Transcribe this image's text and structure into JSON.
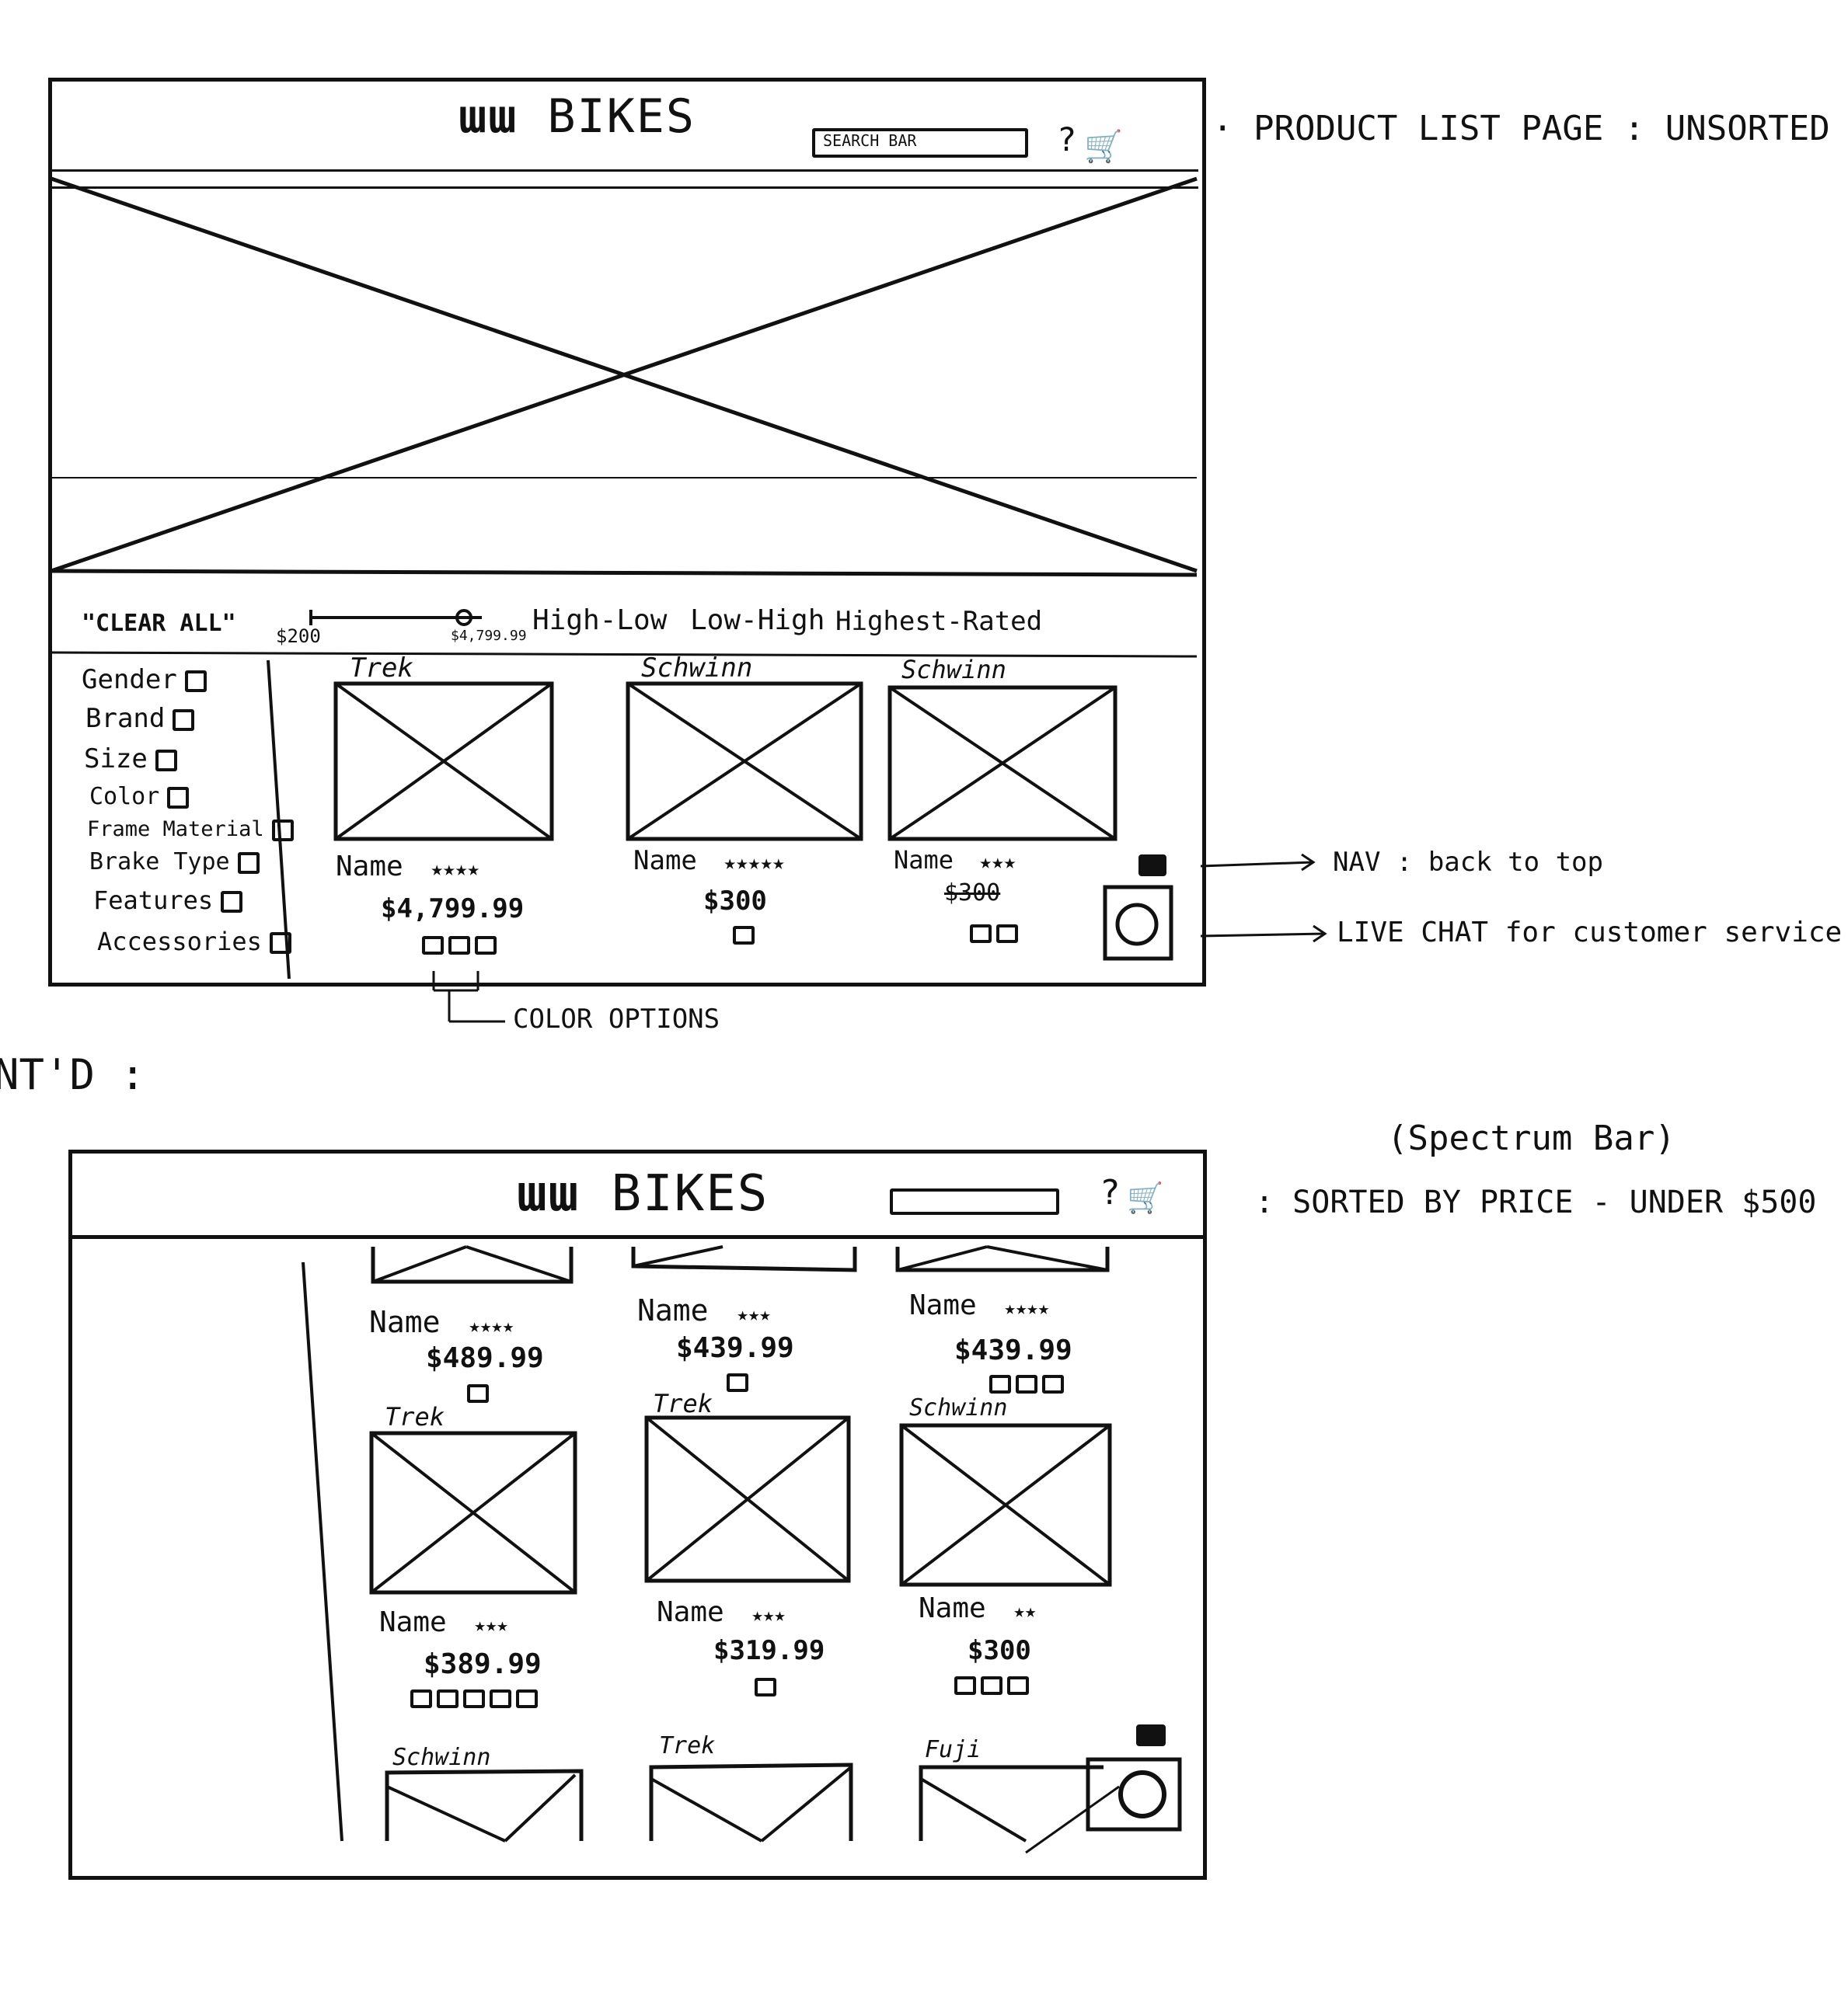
{
  "annotations": {
    "page1_title": "· PRODUCT LIST PAGE : UNSORTED",
    "nav_note": "NAV : back to top",
    "chat_note": "LIVE CHAT for customer service",
    "color_note": "COLOR OPTIONS",
    "contd": "NT'D :",
    "spectrum": "(Spectrum Bar)",
    "page2_title": ": SORTED BY PRICE - UNDER $500"
  },
  "wire1": {
    "logo": "BIKES",
    "search_placeholder": "SEARCH BAR",
    "help": "?",
    "clear_all": "\"CLEAR ALL\"",
    "price_min": "$200",
    "price_max": "$4,799.99",
    "sort_options": [
      "High-Low",
      "Low-High",
      "Highest-Rated"
    ],
    "filters": [
      "Gender",
      "Brand",
      "Size",
      "Color",
      "Frame Material",
      "Brake Type",
      "Features",
      "Accessories"
    ],
    "products": [
      {
        "brand": "Trek",
        "name": "Name",
        "stars": "★★★★",
        "price": "$4,799.99",
        "colors": 3
      },
      {
        "brand": "Schwinn",
        "name": "Name",
        "stars": "★★★★★",
        "price": "$300",
        "colors": 1
      },
      {
        "brand": "Schwinn",
        "name": "Name",
        "stars": "★★★",
        "price": "$300",
        "colors": 2
      }
    ]
  },
  "wire2": {
    "logo": "BIKES",
    "help": "?",
    "row1": [
      {
        "name": "Name",
        "stars": "★★★★",
        "price": "$489.99",
        "colors": 1
      },
      {
        "name": "Name",
        "stars": "★★★",
        "price": "$439.99",
        "colors": 1
      },
      {
        "name": "Name",
        "stars": "★★★★",
        "price": "$439.99",
        "colors": 3
      }
    ],
    "row2": [
      {
        "brand": "Trek",
        "name": "Name",
        "stars": "★★★",
        "price": "$389.99",
        "colors": 5
      },
      {
        "brand": "Trek",
        "name": "Name",
        "stars": "★★★",
        "price": "$319.99",
        "colors": 1
      },
      {
        "brand": "Schwinn",
        "name": "Name",
        "stars": "★★",
        "price": "$300",
        "colors": 3
      }
    ],
    "row3": [
      {
        "brand": "Schwinn"
      },
      {
        "brand": "Trek"
      },
      {
        "brand": "Fuji"
      }
    ]
  }
}
